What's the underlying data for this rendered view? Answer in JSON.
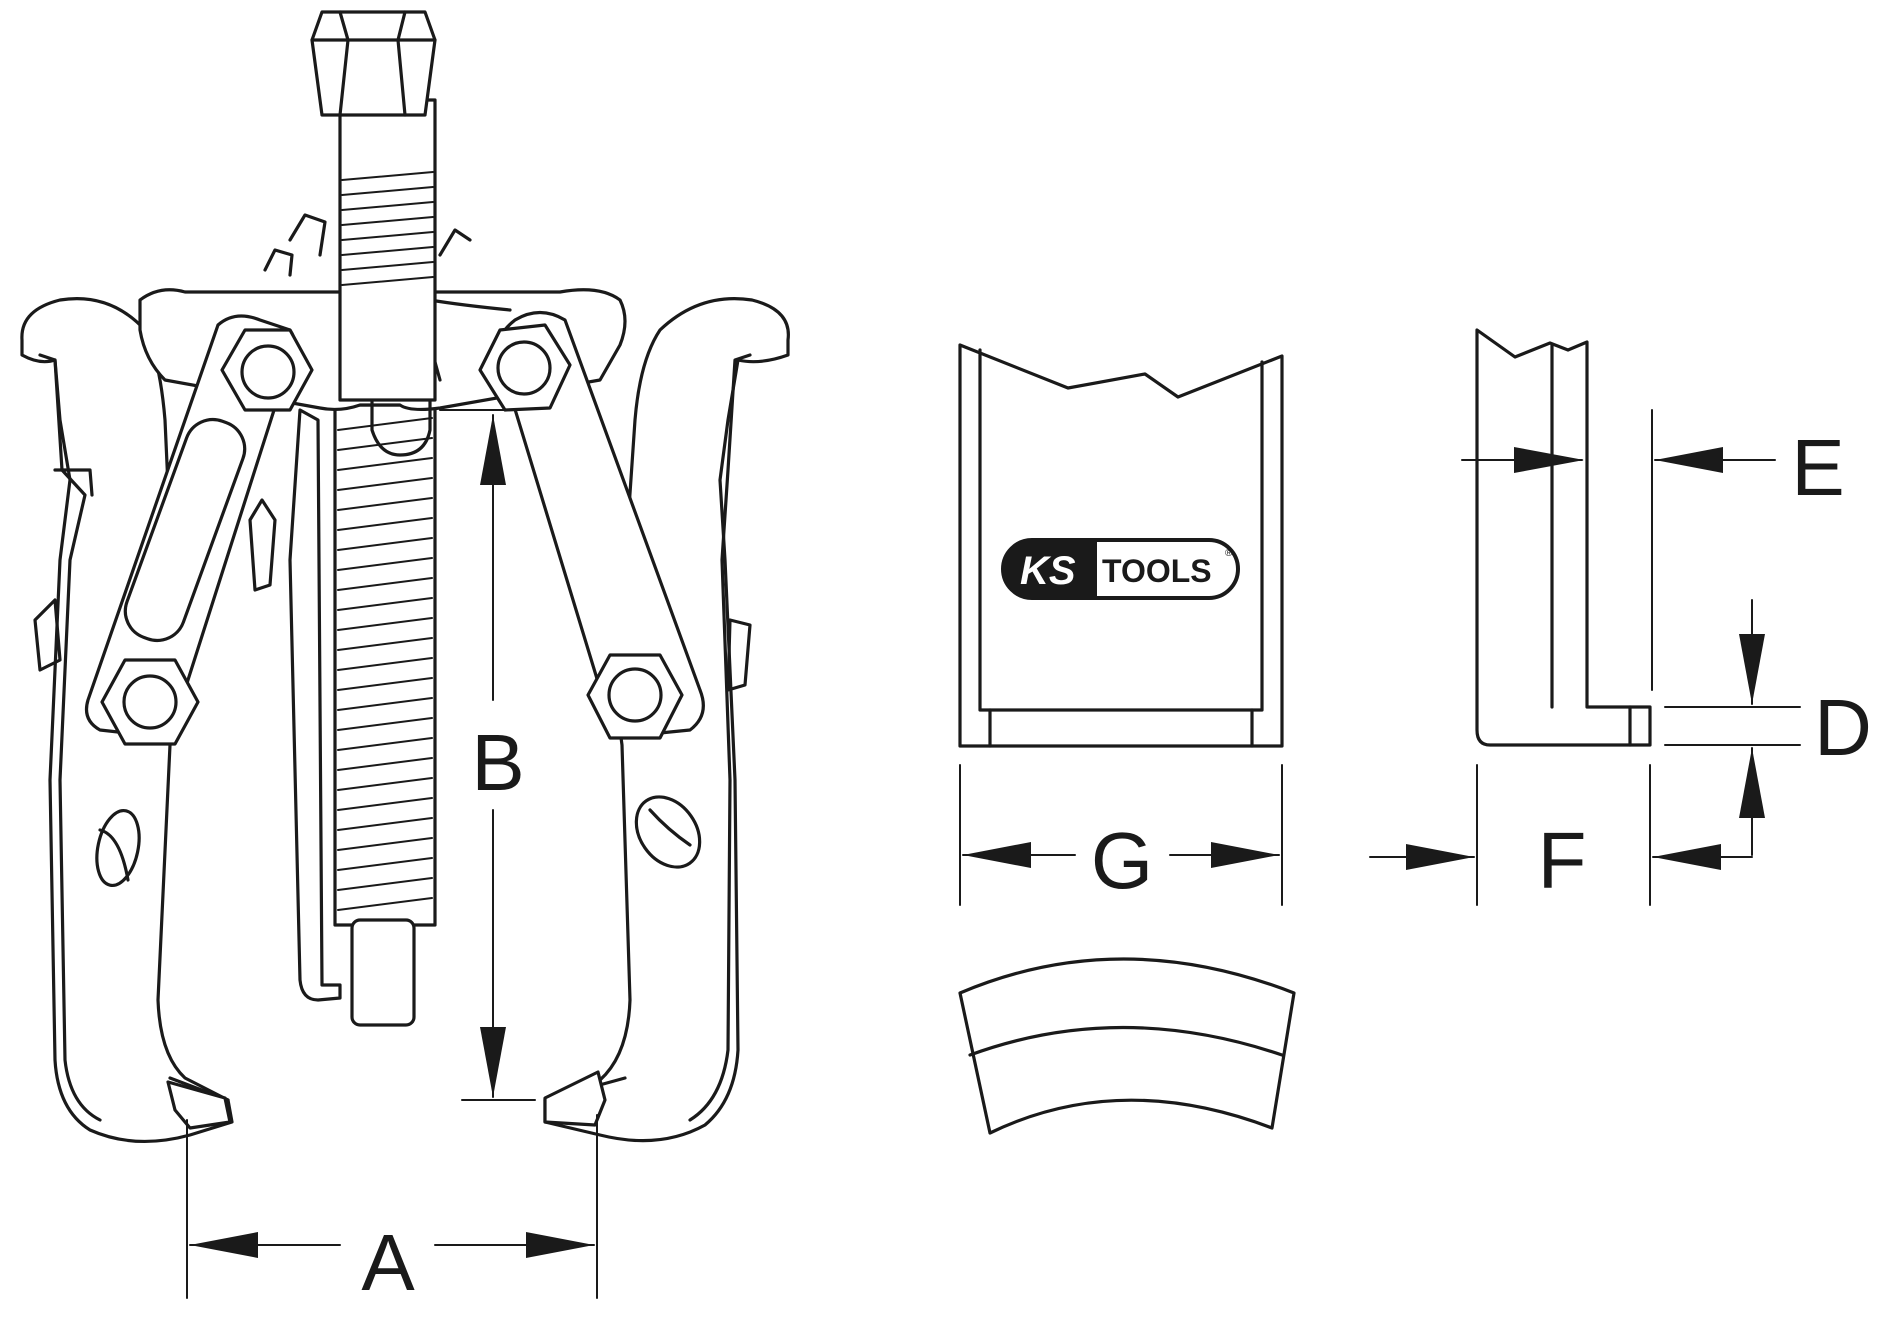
{
  "brand": {
    "logo_ks": "KS",
    "logo_tools": "TOOLS",
    "logo_registered": "®"
  },
  "dimensions": {
    "a": "A",
    "b": "B",
    "d": "D",
    "e": "E",
    "f": "F",
    "g": "G"
  }
}
